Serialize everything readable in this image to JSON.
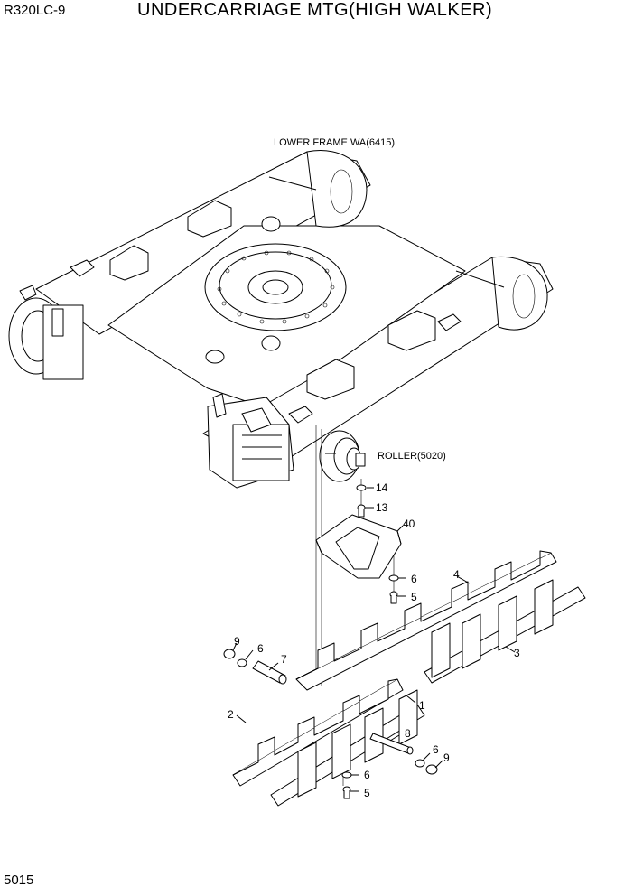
{
  "header": {
    "model": "R320LC-9",
    "title": "UNDERCARRIAGE MTG(HIGH WALKER)"
  },
  "footer": {
    "page_number": "5015"
  },
  "labels": {
    "frame": "LOWER FRAME WA(6415)",
    "roller": "ROLLER(5020)"
  },
  "callouts": {
    "c14": "14",
    "c13": "13",
    "c40": "40",
    "c6a": "6",
    "c5a": "5",
    "c4": "4",
    "c3": "3",
    "c9a": "9",
    "c6b": "6",
    "c7": "7",
    "c2": "2",
    "c1": "1",
    "c8": "8",
    "c6c": "6",
    "c9b": "9",
    "c6d": "6",
    "c5b": "5"
  }
}
